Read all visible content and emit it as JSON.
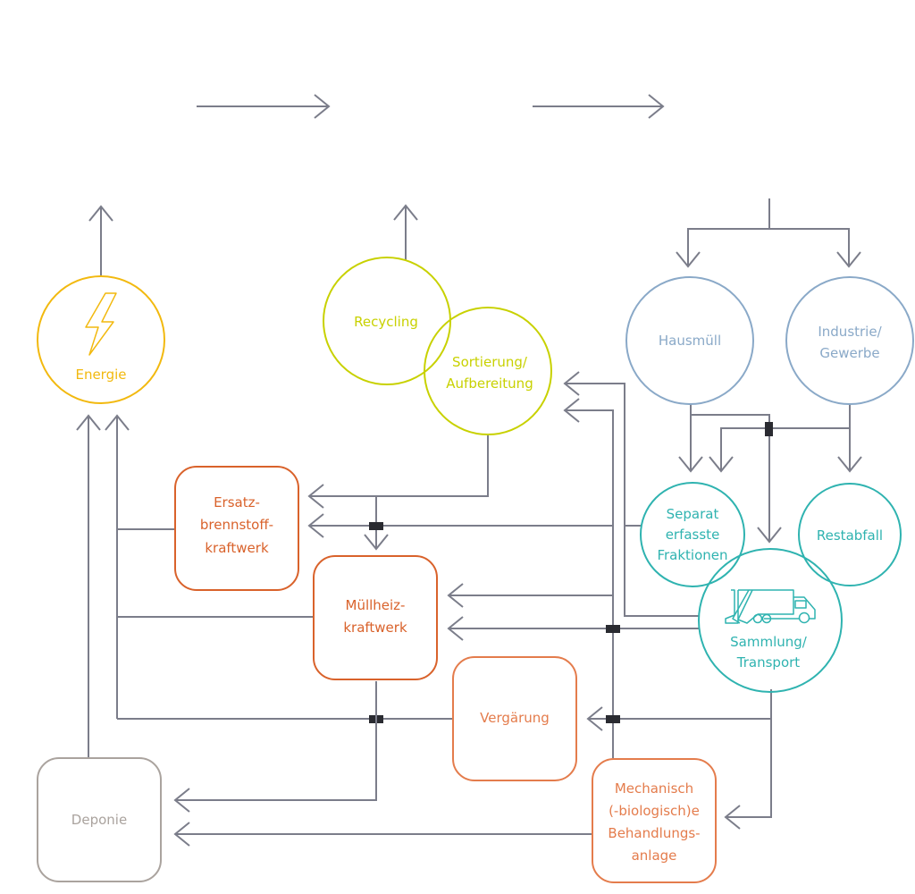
{
  "title": "Abfallwirtschaft Stoffstrom-Diagramm",
  "colors": {
    "line": "#7b7d8a",
    "junction": "#2a2b31",
    "energy": "#f2b90f",
    "recycling": "#c8d100",
    "source": "#8aa9c8",
    "collection": "#2fb3b0",
    "treatment": "#d9622b",
    "treatment_light": "#e47c4c",
    "landfill": "#aaa39e"
  },
  "nodes": {
    "energie": {
      "label": "Energie",
      "icon": "lightning-bolt-icon",
      "shape": "circle"
    },
    "recycling": {
      "label": "Recycling",
      "shape": "circle"
    },
    "sortierung": {
      "label_lines": [
        "Sortierung/",
        "Aufbereitung"
      ],
      "shape": "circle"
    },
    "hausmuell": {
      "label": "Hausmüll",
      "shape": "circle"
    },
    "industrie": {
      "label_lines": [
        "Industrie/",
        "Gewerbe"
      ],
      "shape": "circle"
    },
    "separat": {
      "label_lines": [
        "Separat",
        "erfasste",
        "Fraktionen"
      ],
      "shape": "circle"
    },
    "restabfall": {
      "label": "Restabfall",
      "shape": "circle"
    },
    "sammlung": {
      "label_lines": [
        "Sammlung/",
        "Transport"
      ],
      "icon": "garbage-truck-icon",
      "shape": "circle"
    },
    "ersatz": {
      "label_lines": [
        "Ersatz-",
        "brennstoff-",
        "kraftwerk"
      ],
      "shape": "rounded-box"
    },
    "muellheiz": {
      "label_lines": [
        "Müllheiz-",
        "kraftwerk"
      ],
      "shape": "rounded-box"
    },
    "vergaerung": {
      "label": "Vergärung",
      "shape": "rounded-box"
    },
    "mba": {
      "label_lines": [
        "Mechanisch",
        "(-biologisch)e",
        "Behandlungs-",
        "anlage"
      ],
      "shape": "rounded-box"
    },
    "deponie": {
      "label": "Deponie",
      "shape": "rounded-box"
    }
  }
}
